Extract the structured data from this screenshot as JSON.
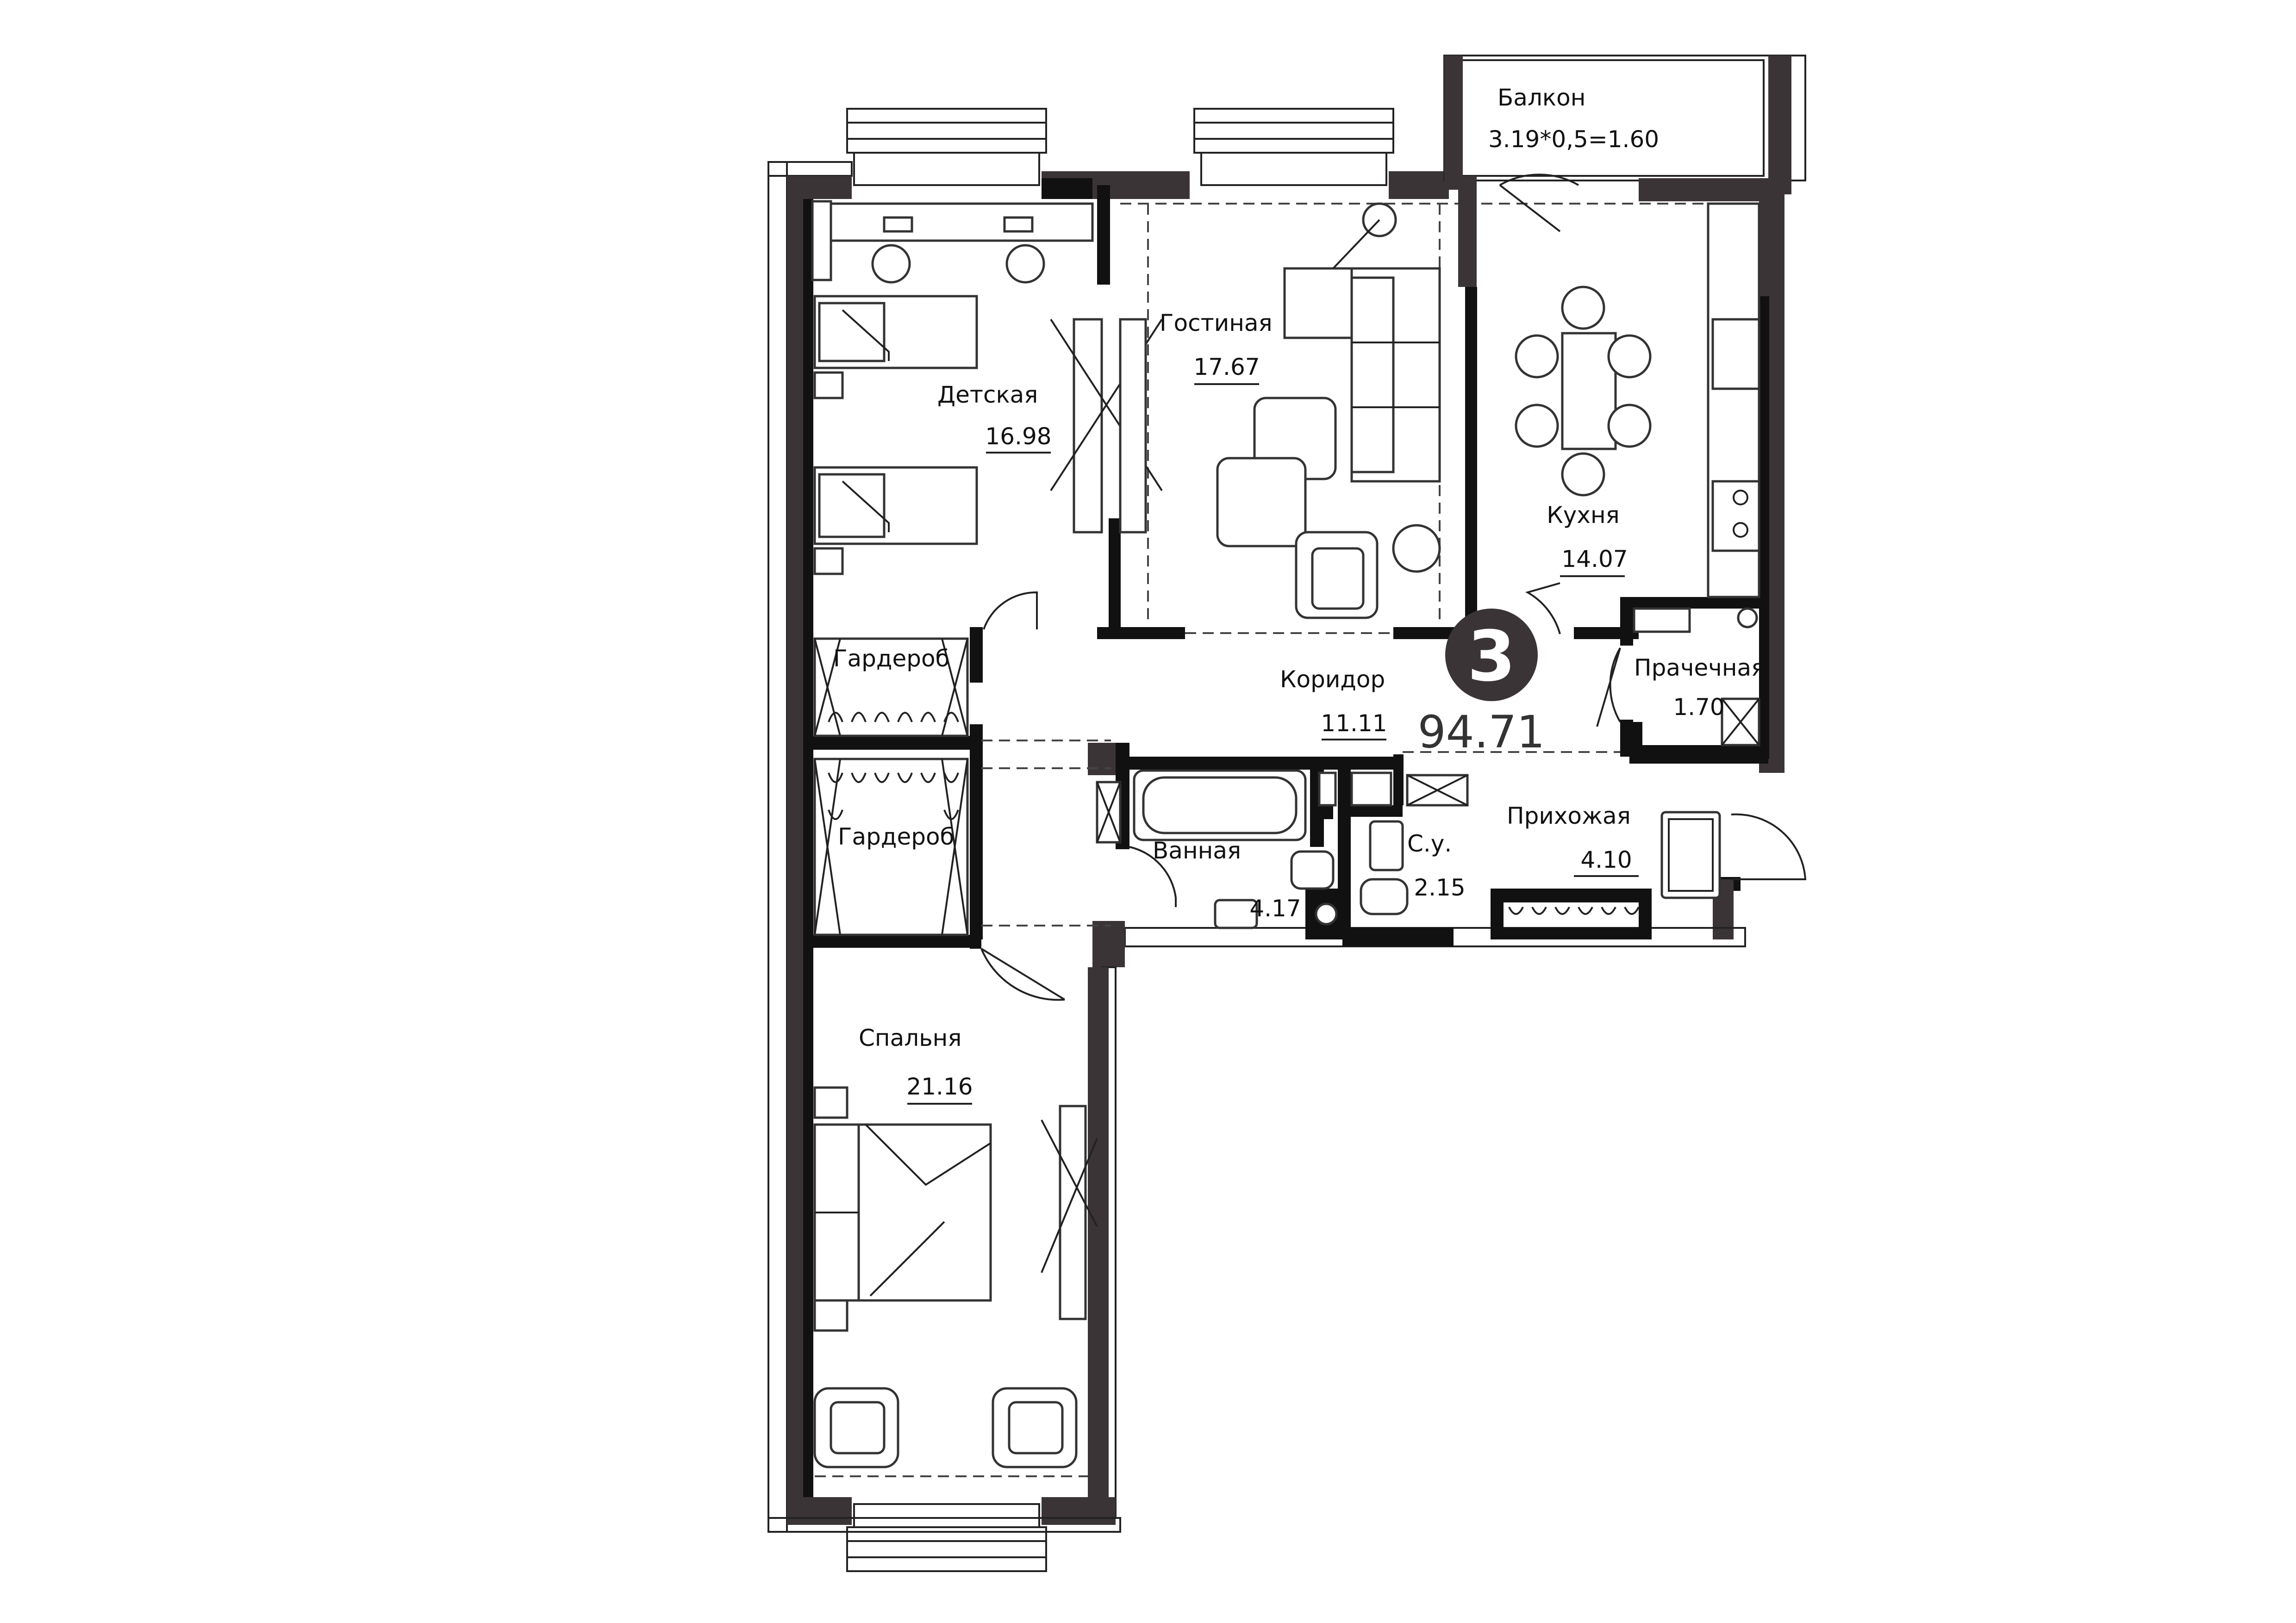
{
  "apartment": {
    "rooms_count": "3",
    "total_area": "94.71"
  },
  "rooms": [
    {
      "key": "balcony",
      "name": "Балкон",
      "area": "3.19*0,5=1.60"
    },
    {
      "key": "living",
      "name": "Гостиная",
      "area": "17.67"
    },
    {
      "key": "kids",
      "name": "Детская",
      "area": "16.98"
    },
    {
      "key": "kitchen",
      "name": "Кухня",
      "area": "14.07"
    },
    {
      "key": "wardrobe1",
      "name": "Гардероб",
      "area": ""
    },
    {
      "key": "corridor",
      "name": "Коридор",
      "area": "11.11"
    },
    {
      "key": "laundry",
      "name": "Прачечная",
      "area": "1.70"
    },
    {
      "key": "wardrobe2",
      "name": "Гардероб",
      "area": ""
    },
    {
      "key": "bath",
      "name": "Ванная",
      "area": "4.17"
    },
    {
      "key": "wc",
      "name": "С.у.",
      "area": "2.15"
    },
    {
      "key": "hall",
      "name": "Прихожая",
      "area": "4.10"
    },
    {
      "key": "bedroom",
      "name": "Спальня",
      "area": "21.16"
    }
  ],
  "colors": {
    "wall": "#111111",
    "exterior_wall": "#3b3436",
    "badge": "#3b3436",
    "background": "#ffffff"
  }
}
